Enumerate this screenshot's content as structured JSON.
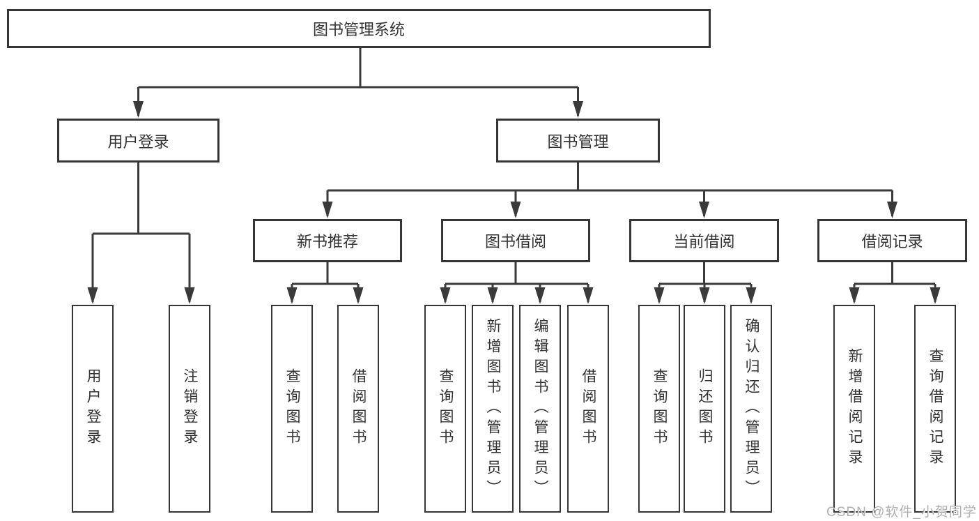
{
  "diagram": {
    "type": "tree",
    "root": "图书管理系统",
    "level2": [
      "用户登录",
      "图书管理"
    ],
    "level3": [
      "新书推荐",
      "图书借阅",
      "当前借阅",
      "借阅记录"
    ],
    "leaves": [
      "用户登录",
      "注销登录",
      "查询图书",
      "借阅图书",
      "查询图书",
      "新增图书（管理员）",
      "编辑图书（管理员）",
      "借阅图书",
      "查询图书",
      "归还图书",
      "确认归还（管理员）",
      "新增借阅记录",
      "查询借阅记录"
    ],
    "hierarchy": {
      "图书管理系统": [
        "用户登录",
        "图书管理"
      ],
      "用户登录": [
        "用户登录",
        "注销登录"
      ],
      "图书管理": [
        "新书推荐",
        "图书借阅",
        "当前借阅",
        "借阅记录"
      ],
      "新书推荐": [
        "查询图书",
        "借阅图书"
      ],
      "图书借阅": [
        "查询图书",
        "新增图书（管理员）",
        "编辑图书（管理员）",
        "借阅图书"
      ],
      "当前借阅": [
        "查询图书",
        "归还图书",
        "确认归还（管理员）"
      ],
      "借阅记录": [
        "新增借阅记录",
        "查询借阅记录"
      ]
    }
  },
  "watermark": {
    "text": "CSDN @软件_小贺同学"
  },
  "colors": {
    "line": "#3a3a3a",
    "box_border": "#363636",
    "text": "#333333",
    "watermark": "#b0b0b0",
    "background": "#ffffff"
  }
}
